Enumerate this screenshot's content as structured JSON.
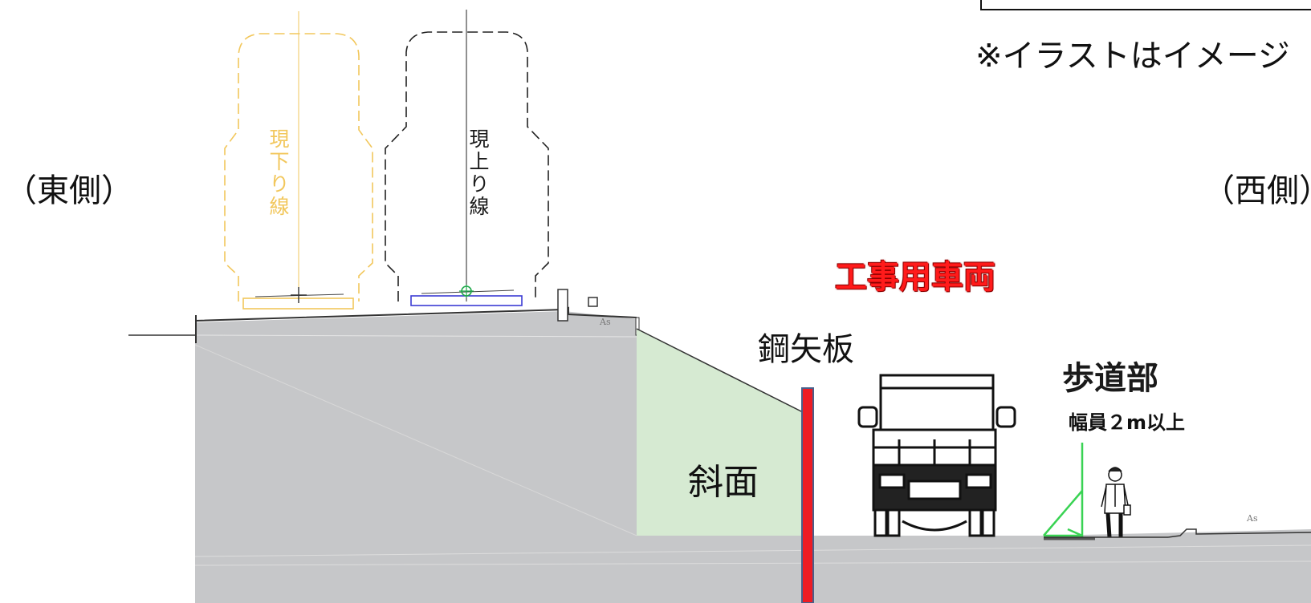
{
  "note": "※イラストはイメージ",
  "sides": {
    "east": "（東側）",
    "west": "（西側）"
  },
  "tracks": {
    "down_line": "現下り線",
    "up_line": "現上り線"
  },
  "labels": {
    "steel_sheet_pile": "鋼矢板",
    "slope": "斜面",
    "construction_vehicle": "工事用車両",
    "sidewalk": "歩道部",
    "sidewalk_width": "幅員２m以上"
  },
  "pavement_marks": [
    "As",
    "As"
  ],
  "colors": {
    "ground": "#c6c7c9",
    "slope_fill": "#d6ead2",
    "sheet_pile": "#ee1c24",
    "down_line_outline": "#f2c75c",
    "up_line_outline": "#222222",
    "up_sleeper": "#3b3bd4",
    "vehicle_label": "#ff1a1a",
    "guide_lines": "#39d353"
  },
  "icons": [
    "truck-icon",
    "pedestrian-icon",
    "track-gauge-icon"
  ]
}
